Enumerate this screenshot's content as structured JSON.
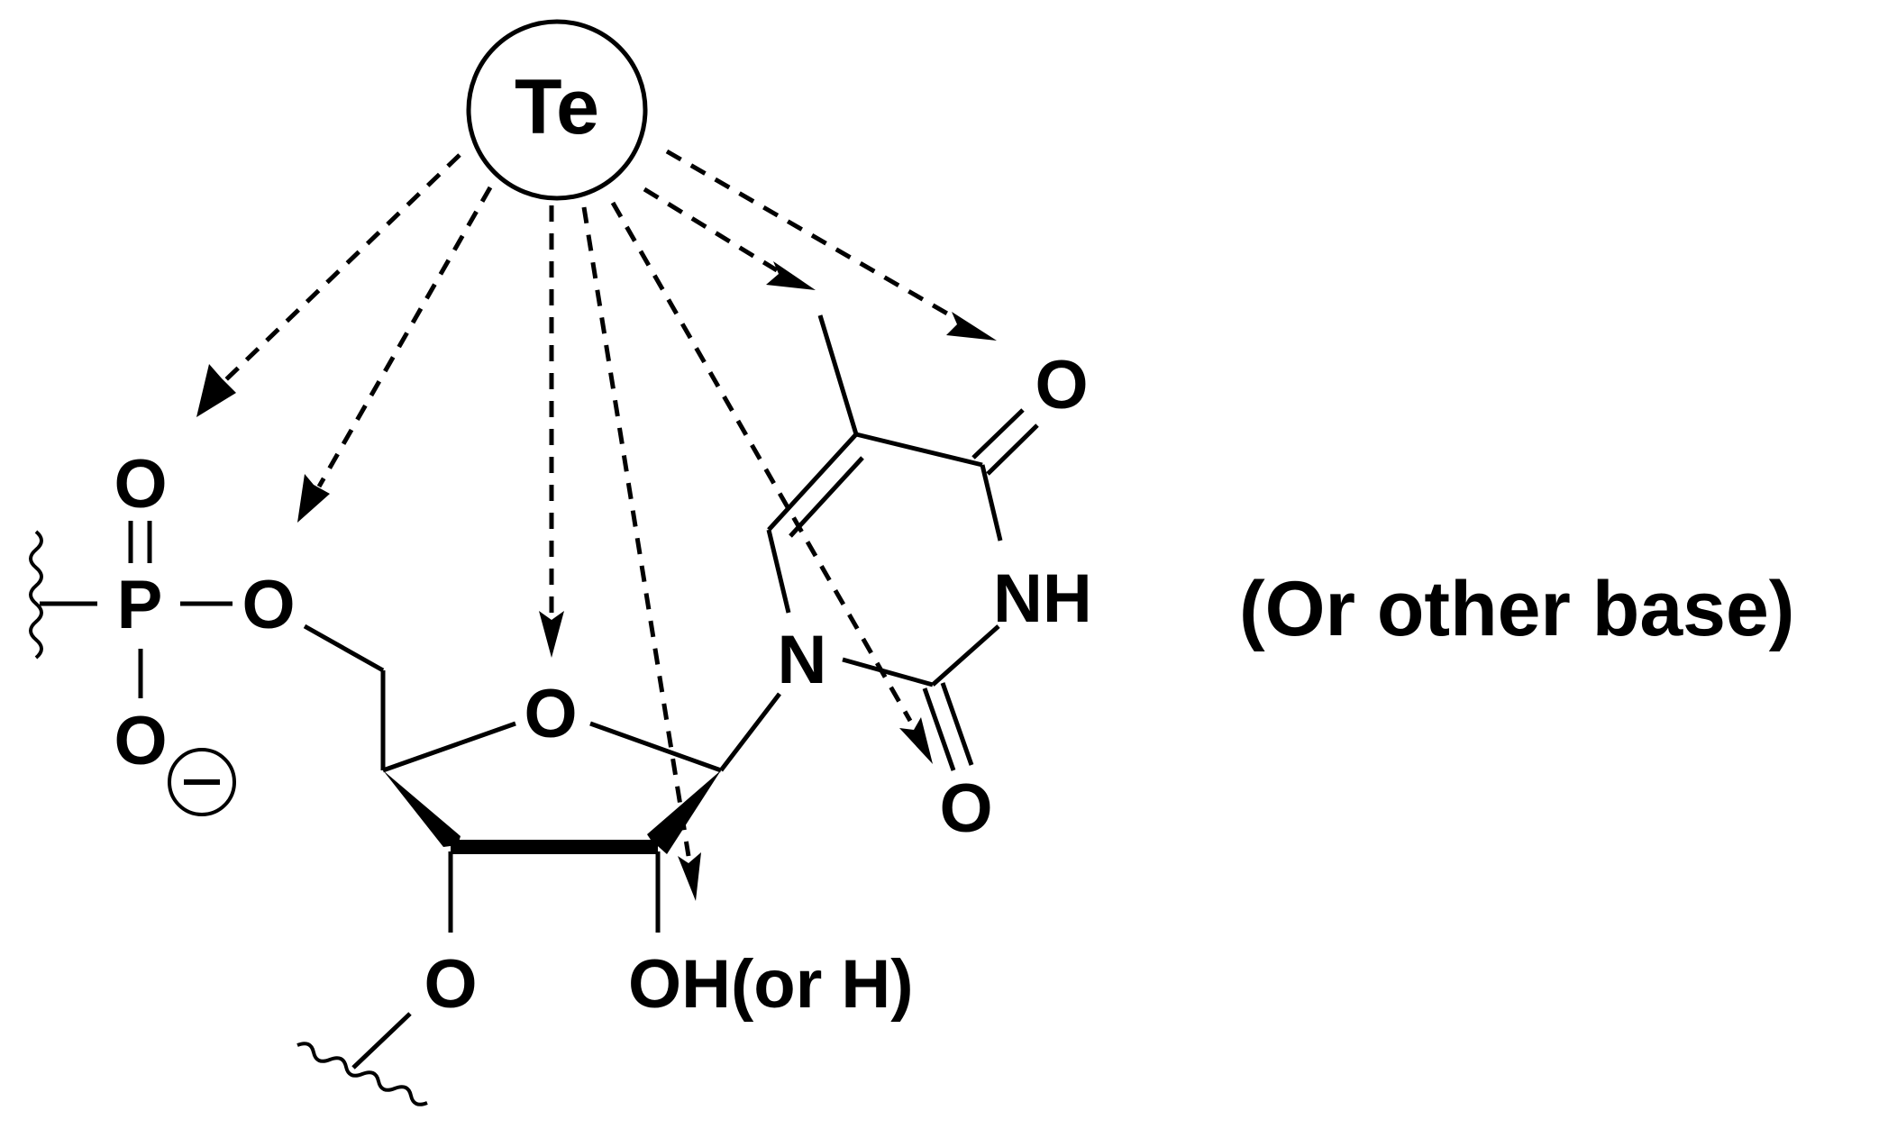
{
  "diagram": {
    "center_label": "Te",
    "side_note": "(Or other base)",
    "atoms": {
      "phosphate_double_o": "O",
      "phosphorus": "P",
      "phosphate_ester_o": "O",
      "phosphate_anion_o": "O",
      "charge": "⊖",
      "ring_o": "O",
      "n1": "N",
      "nh": "NH",
      "c4_o": "O",
      "c2_o": "O",
      "o3": "O",
      "o2_label": "OH(or H)"
    },
    "arrow_targets": [
      "phosphate",
      "5-prime-oxygen",
      "ring-oxygen",
      "2-prime-hydroxyl",
      "c2-carbonyl",
      "methyl",
      "c4-carbonyl"
    ]
  }
}
